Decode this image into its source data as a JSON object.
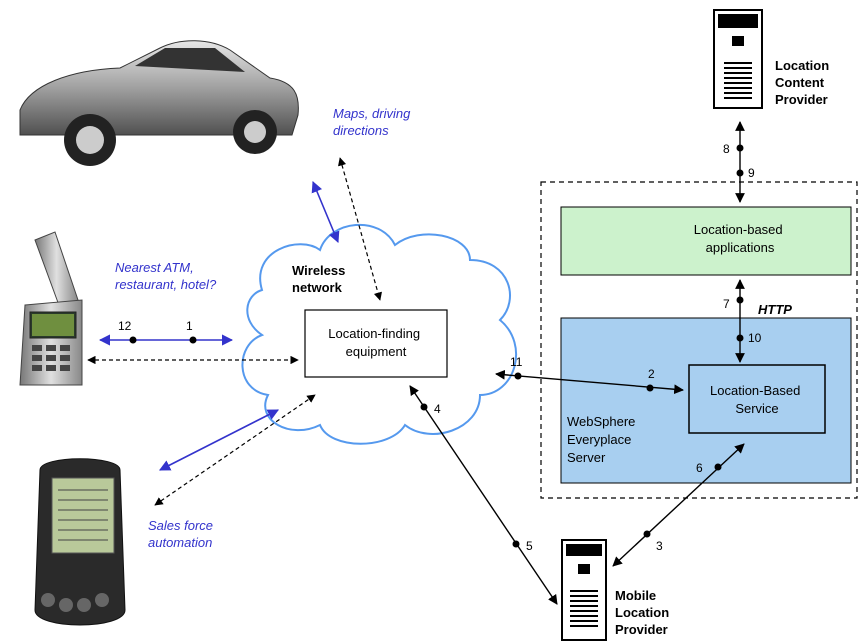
{
  "labels": {
    "location_content_provider": [
      "Location",
      "Content",
      "Provider"
    ],
    "maps": [
      "Maps, driving",
      "directions"
    ],
    "nearest_atm": [
      "Nearest ATM,",
      "restaurant, hotel?"
    ],
    "wireless_network": [
      "Wireless",
      "network"
    ],
    "location_finding": [
      "Location-finding",
      "equipment"
    ],
    "location_based_apps": [
      "Location-based",
      "applications"
    ],
    "http": "HTTP",
    "lbs": [
      "Location-Based",
      "Service"
    ],
    "websphere": [
      "WebSphere",
      "Everyplace",
      "Server"
    ],
    "sales_force": [
      "Sales force",
      "automation"
    ],
    "mobile_location_provider": [
      "Mobile",
      "Location",
      "Provider"
    ]
  },
  "numbers": {
    "n1": "1",
    "n2": "2",
    "n3": "3",
    "n4": "4",
    "n5": "5",
    "n6": "6",
    "n7": "7",
    "n8": "8",
    "n9": "9",
    "n10": "10",
    "n11": "11",
    "n12": "12"
  },
  "colors": {
    "blue_arrow": "#3333cc",
    "apps_fill": "#ccf2cc",
    "server_fill": "#a8cff0",
    "cloud_stroke": "#5599ee"
  },
  "icons": {
    "car": "car-image",
    "phone": "flip-phone-image",
    "pda": "pda-image",
    "server_top": "server-icon",
    "server_bottom": "server-icon"
  }
}
